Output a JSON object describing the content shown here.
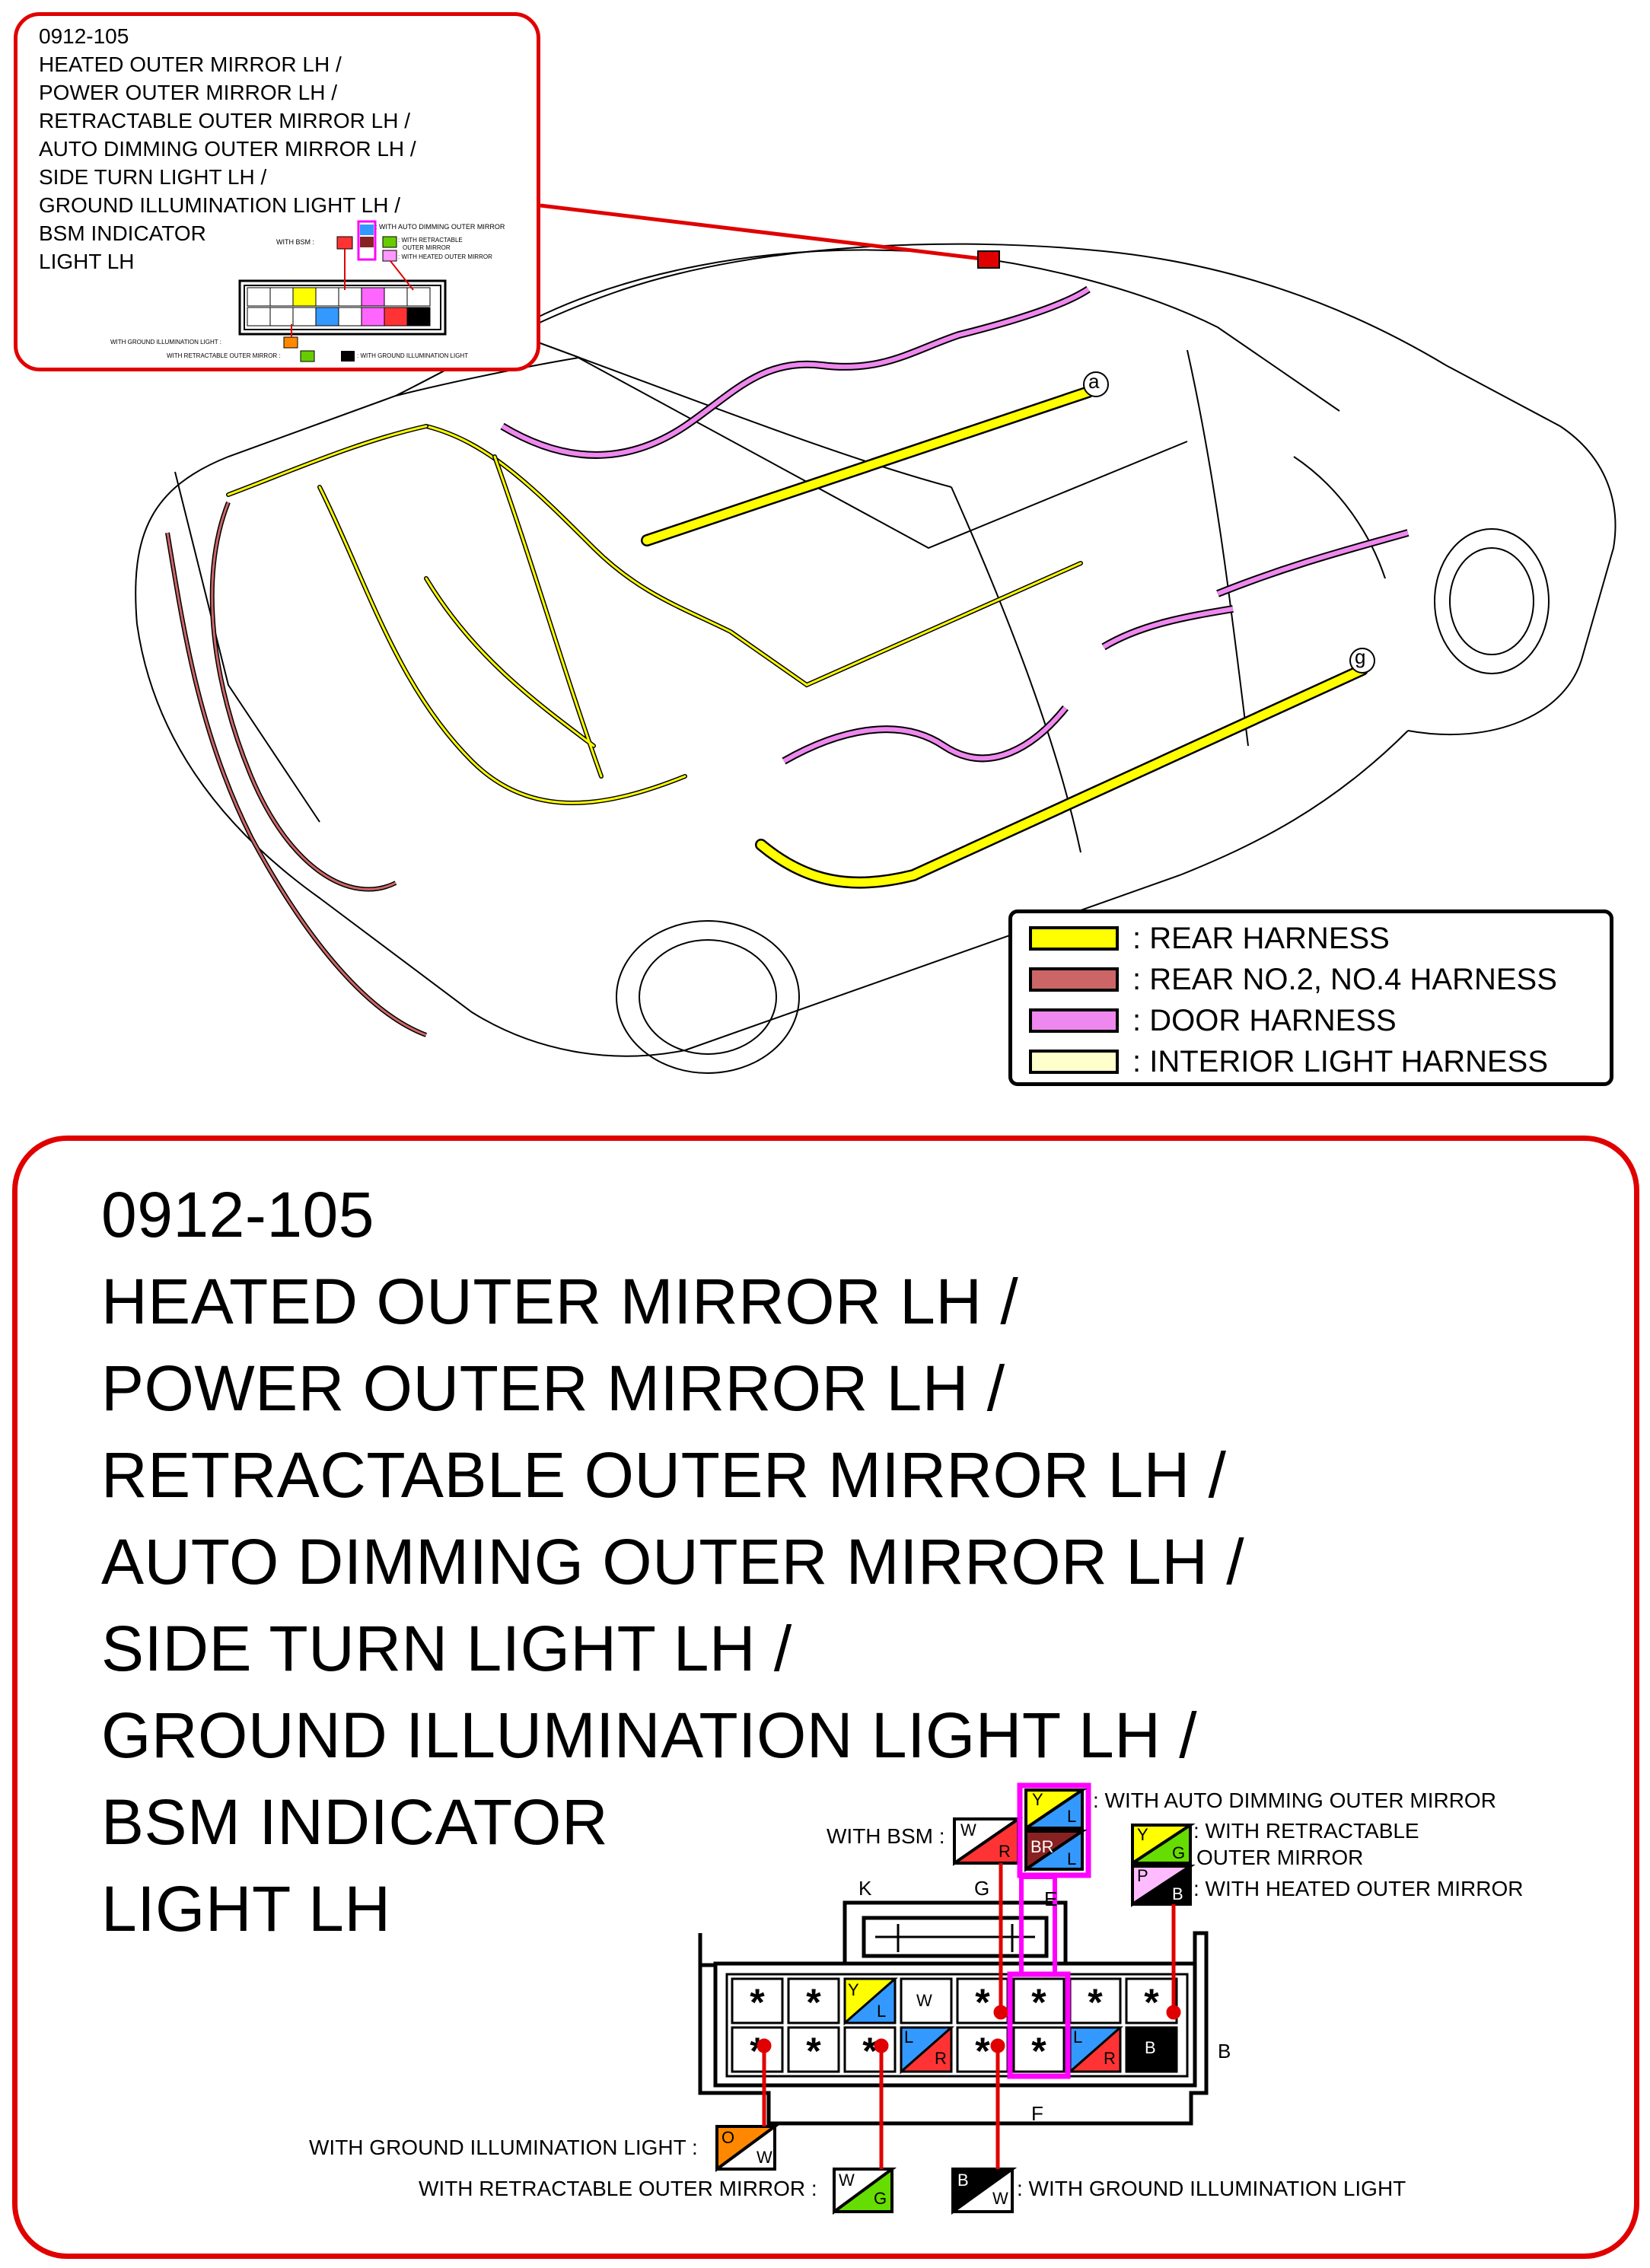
{
  "small_callout": {
    "lines": [
      "0912-105",
      "HEATED OUTER MIRROR LH /",
      "POWER OUTER MIRROR LH /",
      "RETRACTABLE OUTER MIRROR LH /",
      "AUTO DIMMING OUTER MIRROR LH /",
      "SIDE TURN LIGHT LH /",
      "GROUND ILLUMINATION LIGHT LH /",
      "BSM INDICATOR",
      "LIGHT LH"
    ],
    "mini_notes": {
      "with_bsm": "WITH BSM :",
      "with_auto_dimming": ": WITH AUTO DIMMING OUTER MIRROR",
      "with_retractable_1": ": WITH RETRACTABLE",
      "with_retractable_2": "OUTER MIRROR",
      "with_heated": ": WITH HEATED OUTER MIRROR",
      "with_ground_illum_left": "WITH GROUND ILLUMINATION LIGHT :",
      "with_retractable_bottom": "WITH RETRACTABLE OUTER MIRROR :",
      "with_ground_illum_right": ": WITH GROUND ILLUMINATION LIGHT"
    }
  },
  "diagram_labels": {
    "a": "a",
    "g": "g"
  },
  "legend": [
    {
      "label": ": REAR HARNESS",
      "color": "#ffff00"
    },
    {
      "label": ": REAR NO.2, NO.4 HARNESS",
      "color": "#cc6666"
    },
    {
      "label": ": DOOR HARNESS",
      "color": "#ee88ee"
    },
    {
      "label": ": INTERIOR LIGHT HARNESS",
      "color": "#ffffcc"
    }
  ],
  "big_callout": {
    "lines": [
      "0912-105",
      "HEATED OUTER MIRROR LH /",
      "POWER OUTER MIRROR LH /",
      "RETRACTABLE OUTER MIRROR LH /",
      "AUTO DIMMING OUTER MIRROR LH /",
      "SIDE TURN LIGHT LH /",
      "GROUND ILLUMINATION LIGHT LH /",
      "BSM INDICATOR",
      "LIGHT LH"
    ]
  },
  "connector": {
    "notes": {
      "with_auto_dimming": ": WITH AUTO DIMMING OUTER MIRROR",
      "with_bsm": "WITH BSM :",
      "with_retractable_1": ": WITH RETRACTABLE",
      "with_retractable_2": "OUTER MIRROR",
      "with_heated": ": WITH HEATED OUTER MIRROR",
      "with_ground_illum_left": "WITH GROUND ILLUMINATION LIGHT :",
      "with_retractable_bottom": "WITH RETRACTABLE OUTER MIRROR :",
      "with_ground_illum_right": ": WITH GROUND ILLUMINATION LIGHT"
    },
    "pin_letters": {
      "K": "K",
      "G": "G",
      "E": "E",
      "B": "B",
      "F": "F"
    },
    "wire_codes": {
      "bsm_top": "W",
      "bsm_bottom": "R",
      "auto_top_left": "Y",
      "auto_top_right": "L",
      "auto_bottom_left": "BR",
      "auto_bottom_right": "L",
      "retract_top_left": "Y",
      "retract_bottom_right": "G",
      "heated_top_left": "P",
      "heated_bottom_right": "B",
      "gi_left_top": "O",
      "gi_left_bottom": "W",
      "retract_b_top": "W",
      "retract_b_bottom": "G",
      "gi_right_top": "B",
      "gi_right_bottom": "W",
      "pin_top_3_top": "Y",
      "pin_top_3_bottom": "L",
      "pin_top_4": "W",
      "pin_bot_4_top": "L",
      "pin_bot_4_bottom": "R",
      "pin_bot_7_top": "L",
      "pin_bot_7_bottom": "R",
      "pin_bot_8": "B"
    }
  }
}
